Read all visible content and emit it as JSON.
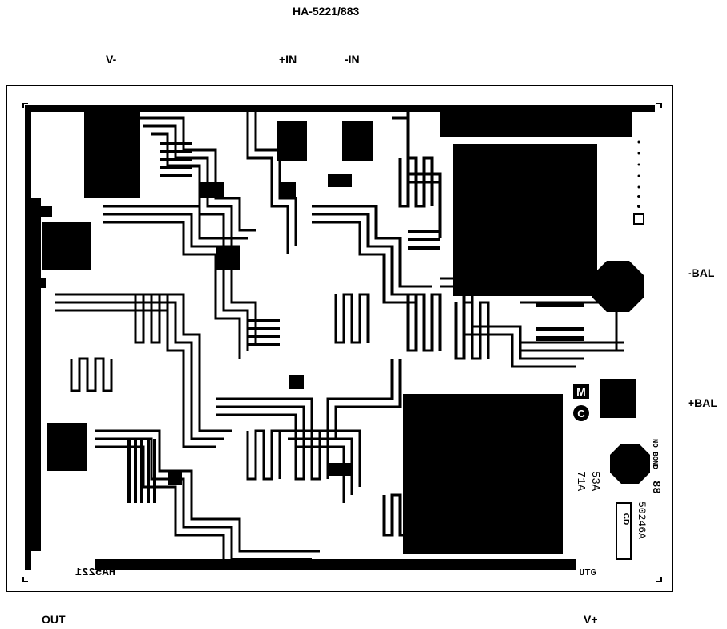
{
  "title": "HA-5221/883",
  "pads": {
    "v_minus": "V-",
    "plus_in": "+IN",
    "minus_in": "-IN",
    "minus_bal": "-BAL",
    "plus_bal": "+BAL",
    "out": "OUT",
    "v_plus": "V+"
  },
  "die_markings": {
    "part_id": "HA5221",
    "mask_code_1": "71A",
    "mask_code_2": "53A",
    "mask_code_3": "50246A",
    "no_bond": "NO BOND",
    "id_code": "88",
    "logo": "UTG",
    "mark_m": "M",
    "mark_c": "C",
    "mark_cd": "CD"
  },
  "colors": {
    "metal": "#000000",
    "substrate": "#ffffff"
  }
}
